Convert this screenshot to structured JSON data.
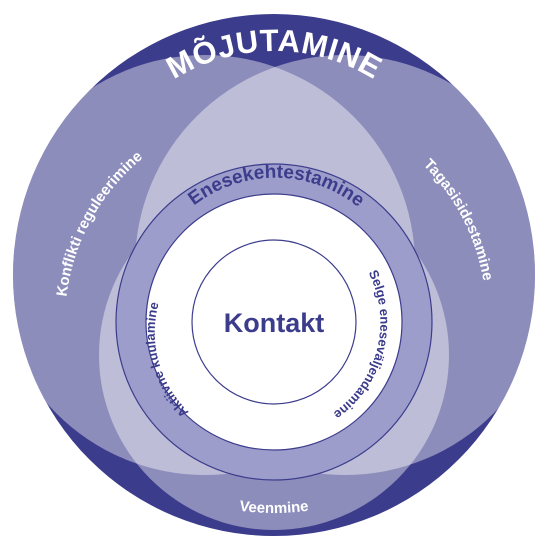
{
  "diagram": {
    "outer_title": "MÕJUTAMINE",
    "left_lobe_label": "Konflikti reguleerimine",
    "right_lobe_label": "Tagasisidestamine",
    "bottom_lobe_label": "Veenmine",
    "middle_ring_label": "Enesekehtestamine",
    "inner_ring_left_label": "Aktiivne kuulamine",
    "inner_ring_right_label": "Selge eneseväljendamine",
    "center_label": "Kontakt",
    "colors": {
      "dark_navy": "#3c3c8c",
      "lobe_tint": "#9b9bc8",
      "white": "#ffffff"
    }
  }
}
